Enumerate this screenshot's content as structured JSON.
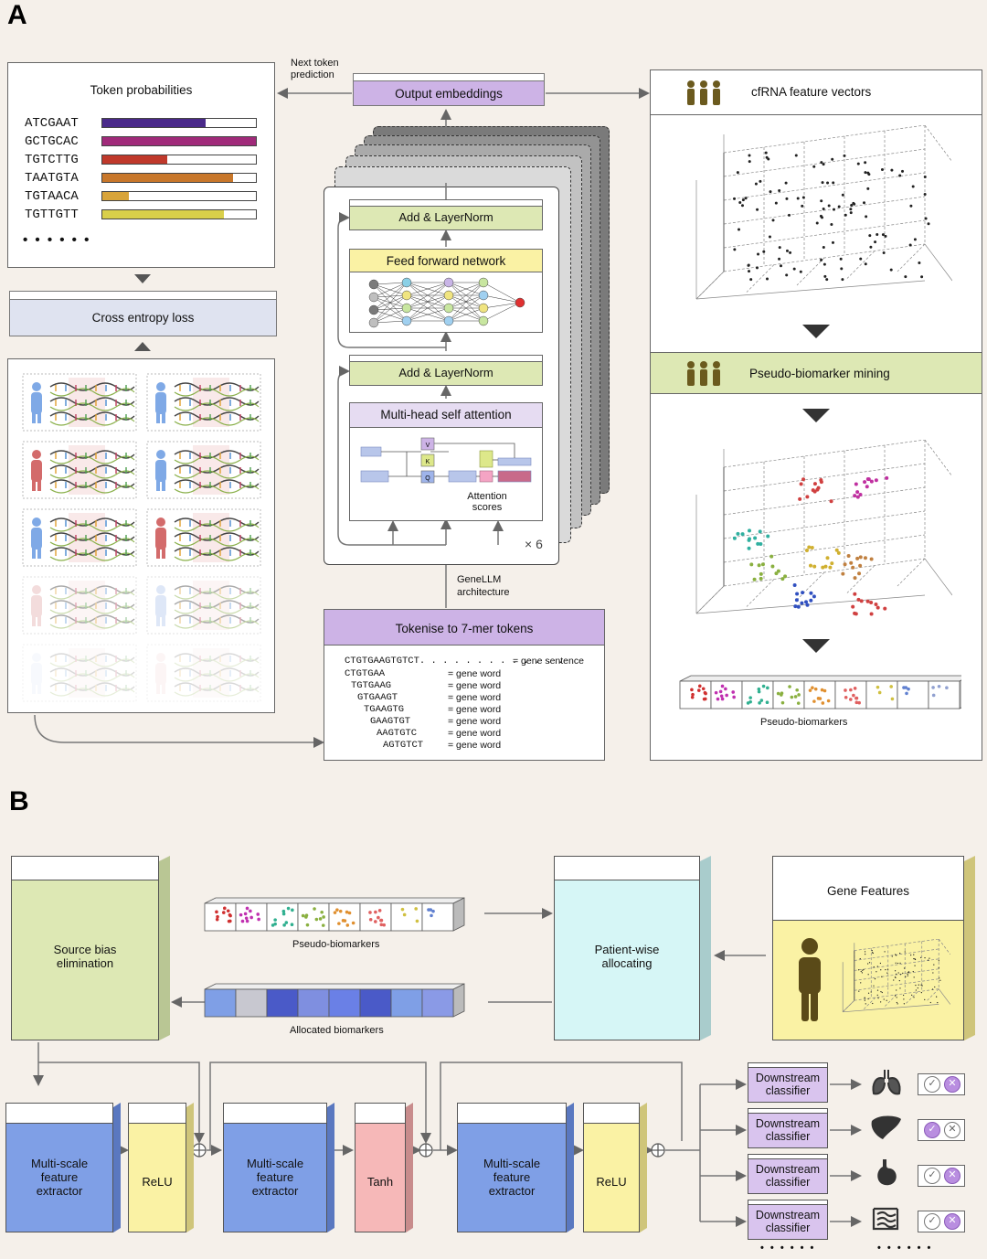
{
  "panels": {
    "a": "A",
    "b": "B"
  },
  "token_prob": {
    "title": "Token probabilities",
    "items": [
      {
        "seq": "ATCGAAT",
        "value": 0.67,
        "color": "#4a2a8a"
      },
      {
        "seq": "GCTGCAC",
        "value": 1.0,
        "color": "#a02a7a"
      },
      {
        "seq": "TGTCTTG",
        "value": 0.42,
        "color": "#c0392b"
      },
      {
        "seq": "TAATGTA",
        "value": 0.85,
        "color": "#c8772a"
      },
      {
        "seq": "TGTAACA",
        "value": 0.17,
        "color": "#d8a43a"
      },
      {
        "seq": "TGTTGTT",
        "value": 0.79,
        "color": "#d9cf4a"
      }
    ],
    "more": "• • • • • •"
  },
  "cross_entropy": "Cross entropy loss",
  "next_token": "Next token\nprediction",
  "output_embeddings": "Output embeddings",
  "transformer": {
    "add_norm_top": "Add & LayerNorm",
    "ffn": "Feed forward network",
    "add_norm_bottom": "Add & LayerNorm",
    "mhsa": "Multi-head self attention",
    "v": "V",
    "k": "K",
    "q": "Q",
    "attention_scores": "Attention\nscores",
    "repeat": "× 6",
    "arch": "GeneLLM\narchitecture"
  },
  "tokenise": {
    "title": "Tokenise to 7-mer tokens",
    "sentence": "CTGTGAAGTGTCT. . . . . . . . . . . . .",
    "sentence_eq": "= gene sentence",
    "tokens": [
      "CTGTGAA",
      "TGTGAAG",
      "GTGAAGT",
      "TGAAGTG",
      "GAAGTGT",
      "AAGTGTC",
      "AGTGTCT"
    ],
    "word_eq": "= gene word"
  },
  "right": {
    "cfrna": "cfRNA feature vectors",
    "mining": "Pseudo-biomarker mining",
    "pseudo": "Pseudo-biomarkers"
  },
  "panel_b": {
    "source_bias": "Source bias\nelimination",
    "pseudo": "Pseudo-biomarkers",
    "allocated": "Allocated biomarkers",
    "patient_wise": "Patient-wise\nallocating",
    "gene_features": "Gene Features",
    "msfe": "Multi-scale\nfeature\nextractor",
    "relu": "ReLU",
    "tanh": "Tanh",
    "downstream": "Downstream\nclassifier",
    "dots": "• • • • • •"
  },
  "colors": {
    "purple": "#cdb3e6",
    "green": "#dde8b4",
    "yellow": "#faf2a4",
    "blue": "#7f9fe6",
    "cyan": "#d6f6f6",
    "pink": "#f6b8b8",
    "lavender": "#dfe3f0"
  }
}
